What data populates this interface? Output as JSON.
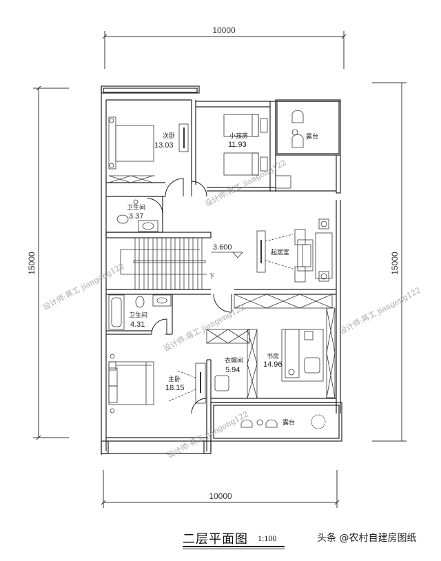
{
  "drawing": {
    "title": "二层平面图",
    "scale": "1:100",
    "credit": "头条 @农村自建房图纸"
  },
  "dimensions": {
    "top_width": "10000",
    "bottom_width": "10000",
    "left_height": "15000",
    "right_height": "15000"
  },
  "rooms": {
    "secondary_bedroom": {
      "label": "次卧",
      "area": "13.03"
    },
    "kids_room": {
      "label": "小孩房",
      "area": "11.93"
    },
    "balcony_north": {
      "label": "露台"
    },
    "bathroom_1": {
      "label": "卫生间",
      "area": "3.37"
    },
    "living_room": {
      "label": "起居室"
    },
    "stair": {
      "elevation": "3.600",
      "down_label": "下"
    },
    "bathroom_2": {
      "label": "卫生间",
      "area": "4.31"
    },
    "master_bedroom": {
      "label": "主卧",
      "area": "18.15"
    },
    "walk_in_closet": {
      "label": "衣帽间",
      "area": "5.94"
    },
    "study": {
      "label": "书房",
      "area": "14.96"
    },
    "balcony_south": {
      "label": "露台"
    }
  },
  "watermarks": {
    "text": "设计师:蒋工  jiangong122"
  }
}
